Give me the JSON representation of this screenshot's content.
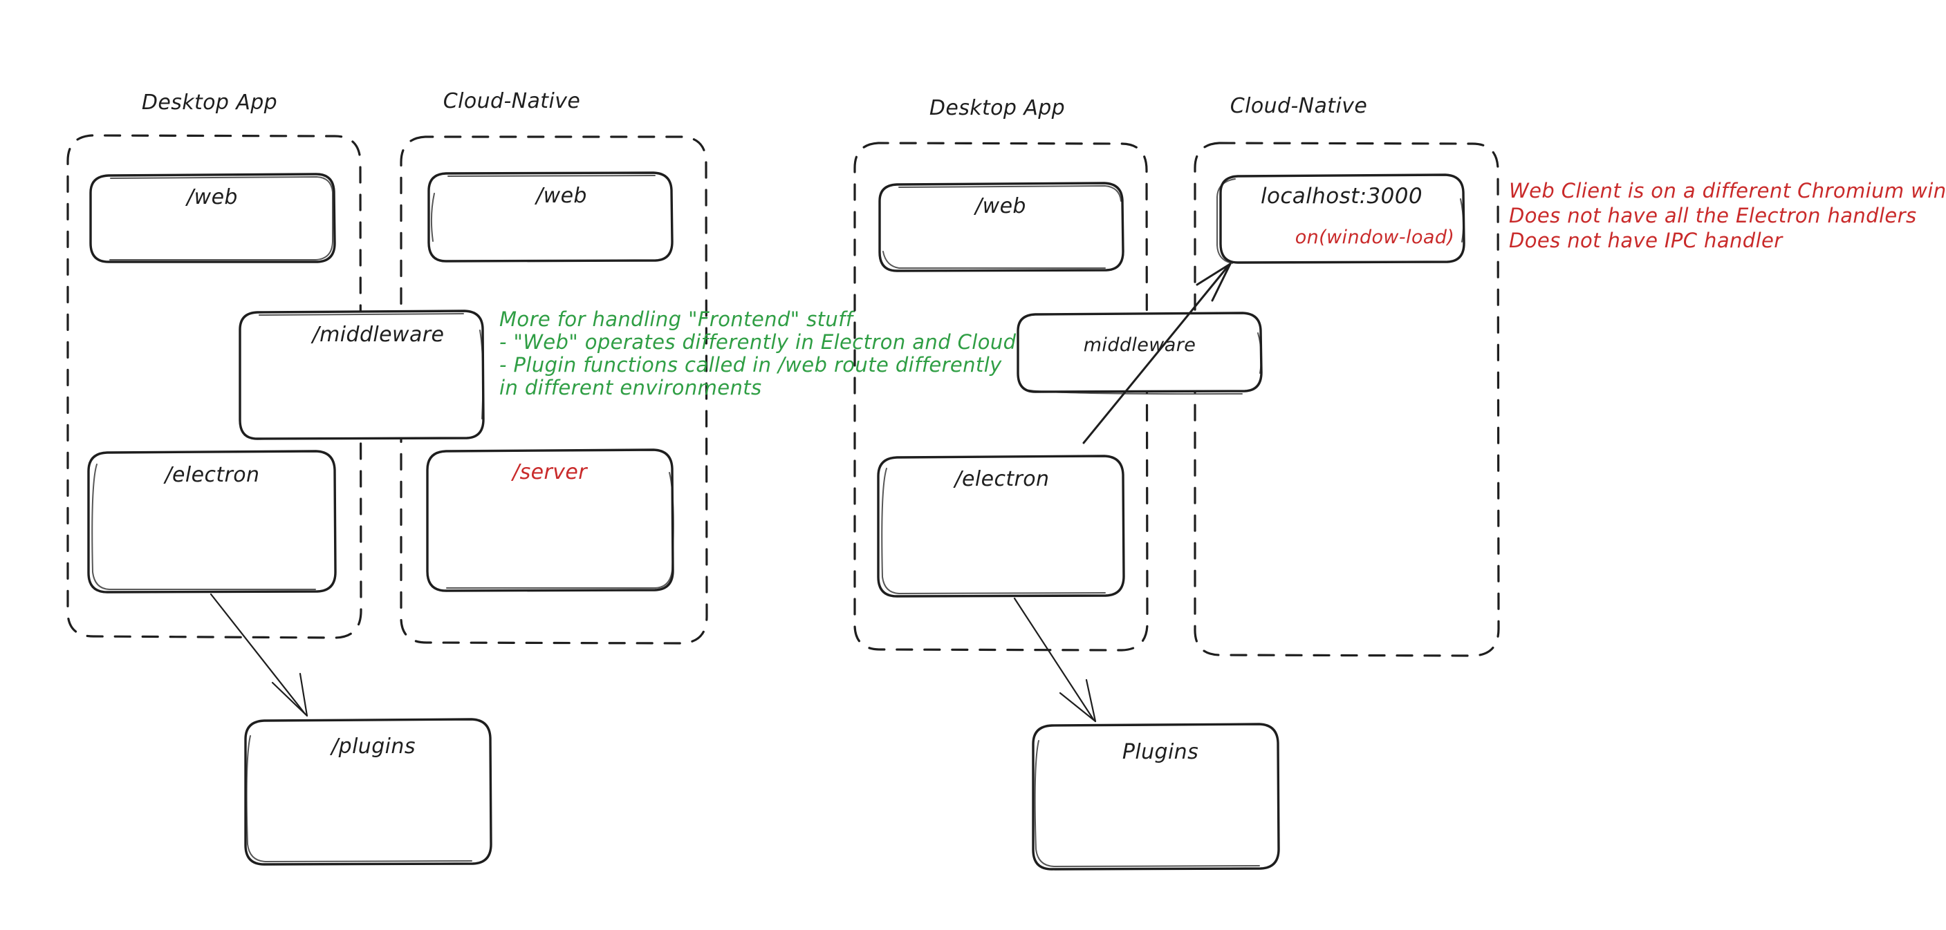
{
  "canvas": {
    "background": "#ffffff",
    "ink_color": "#1e1e1e",
    "green_color": "#2f9e44",
    "red_color": "#c92a2a"
  },
  "left_diagram": {
    "groups": [
      {
        "id": "left-desktop-app",
        "label": "Desktop App"
      },
      {
        "id": "left-cloud-native",
        "label": "Cloud-Native"
      }
    ],
    "nodes": [
      {
        "id": "left-desktop-web",
        "label": "/web",
        "color": "#1e1e1e"
      },
      {
        "id": "left-cloud-web",
        "label": "/web",
        "color": "#1e1e1e"
      },
      {
        "id": "left-middleware",
        "label": "/middleware",
        "color": "#1e1e1e"
      },
      {
        "id": "left-electron",
        "label": "/electron",
        "color": "#1e1e1e"
      },
      {
        "id": "left-server",
        "label": "/server",
        "color": "#c92a2a"
      },
      {
        "id": "left-plugins",
        "label": "/plugins",
        "color": "#1e1e1e"
      }
    ],
    "annotation_green": {
      "color": "#2f9e44",
      "lines": [
        "More for handling \"Frontend\" stuff",
        "- \"Web\" operates differently in Electron and Cloud-Native",
        "- Plugin functions called in /web route differently",
        "in different environments"
      ]
    },
    "arrows": [
      {
        "id": "left-electron-to-plugins",
        "from": "left-electron",
        "to": "left-plugins"
      }
    ]
  },
  "right_diagram": {
    "groups": [
      {
        "id": "right-desktop-app",
        "label": "Desktop App"
      },
      {
        "id": "right-cloud-native",
        "label": "Cloud-Native"
      }
    ],
    "nodes": [
      {
        "id": "right-desktop-web",
        "label": "/web",
        "color": "#1e1e1e"
      },
      {
        "id": "right-localhost",
        "label": "localhost:3000",
        "sublabel": "on(window-load)",
        "color": "#1e1e1e",
        "sublabel_color": "#c92a2a"
      },
      {
        "id": "right-middleware",
        "label": "middleware",
        "color": "#1e1e1e"
      },
      {
        "id": "right-electron",
        "label": "/electron",
        "color": "#1e1e1e"
      },
      {
        "id": "right-plugins",
        "label": "Plugins",
        "color": "#1e1e1e"
      }
    ],
    "annotation_red": {
      "color": "#c92a2a",
      "lines": [
        "Web Client is on a different Chromium window",
        "Does not have all the Electron handlers",
        "Does not have IPC handler"
      ]
    },
    "arrows": [
      {
        "id": "right-electron-to-localhost",
        "from": "right-electron",
        "to": "right-localhost"
      },
      {
        "id": "right-electron-to-plugins",
        "from": "right-electron",
        "to": "right-plugins"
      }
    ]
  }
}
